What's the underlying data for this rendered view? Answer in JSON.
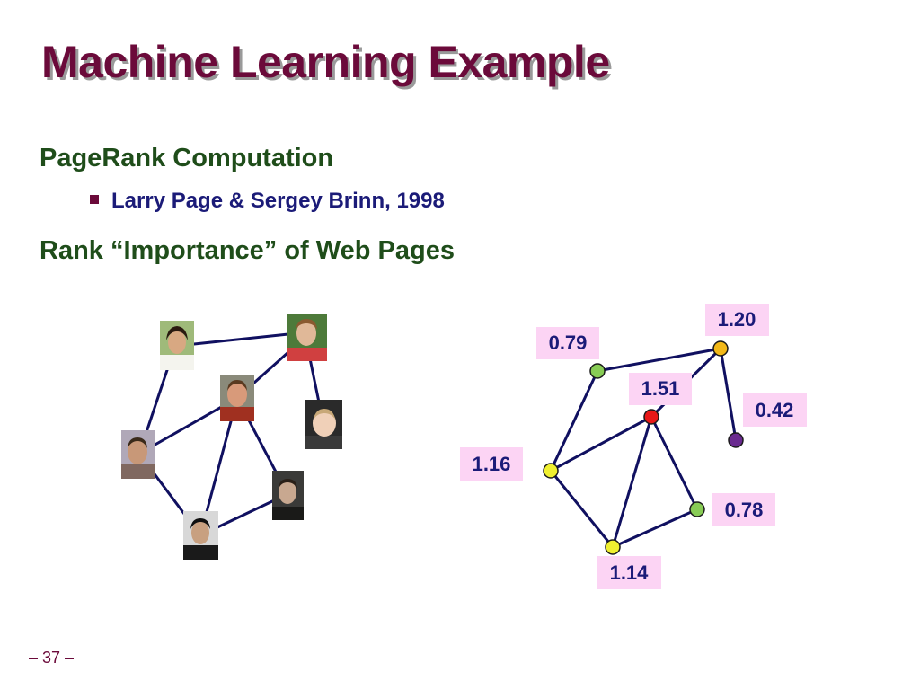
{
  "slide": {
    "title": "Machine Learning Example",
    "heading_1": "PageRank Computation",
    "bullet_1": "Larry Page & Sergey Brinn, 1998",
    "heading_2": "Rank “Importance” of Web Pages",
    "page_number": "– 37 –"
  },
  "colors": {
    "title": "#6b0a3a",
    "heading": "#1f4d1a",
    "bullet_text": "#1b1b78",
    "edge": "#101060",
    "label_bg": "#fcd4f4"
  },
  "graph_ranks": [
    {
      "id": "n1",
      "rank": "1.20",
      "color": "#f2b818"
    },
    {
      "id": "n2",
      "rank": "0.79",
      "color": "#88cc55"
    },
    {
      "id": "n3",
      "rank": "1.51",
      "color": "#e81818"
    },
    {
      "id": "n4",
      "rank": "0.42",
      "color": "#6a2a90"
    },
    {
      "id": "n5",
      "rank": "1.16",
      "color": "#f0f030"
    },
    {
      "id": "n6",
      "rank": "0.78",
      "color": "#88cc55"
    },
    {
      "id": "n7",
      "rank": "1.14",
      "color": "#f0f030"
    }
  ]
}
